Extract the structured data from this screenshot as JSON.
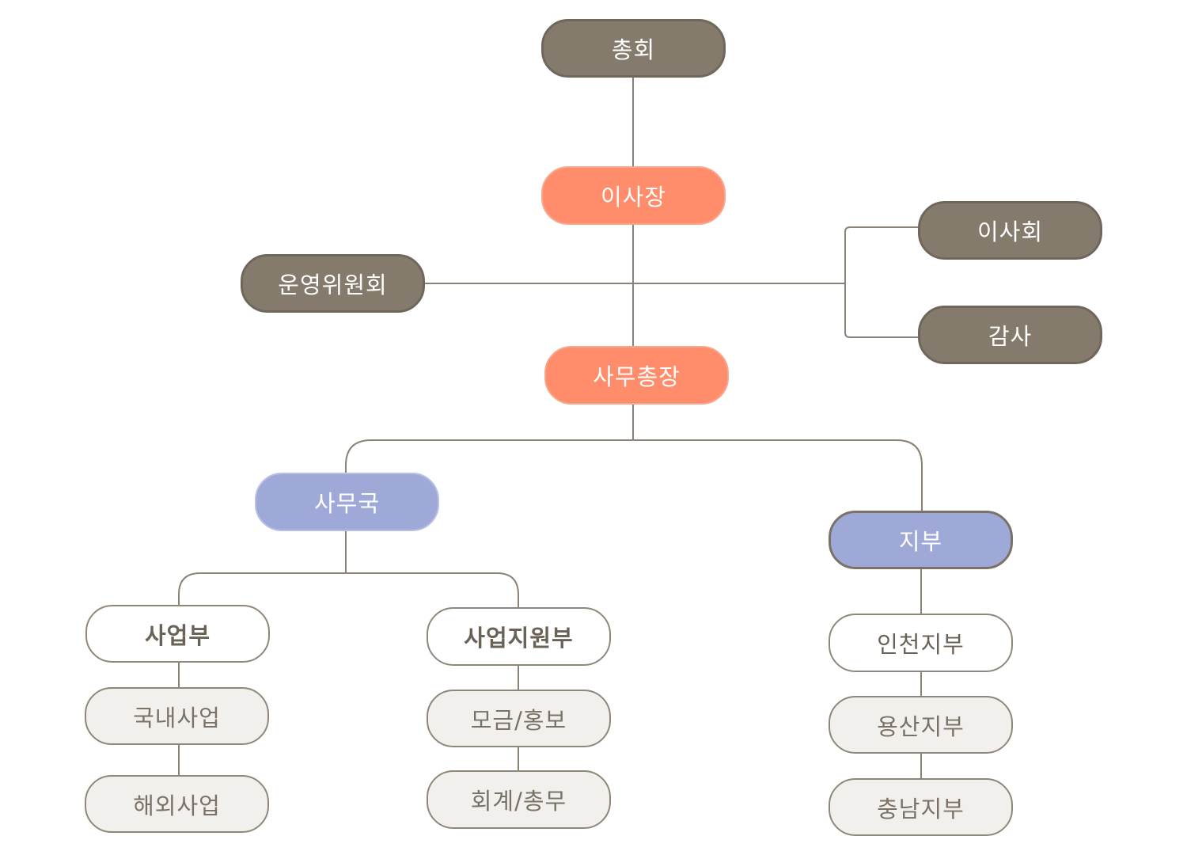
{
  "org": {
    "general_assembly": "총회",
    "chairman": "이사장",
    "operating_committee": "운영위원회",
    "board": "이사회",
    "audit": "감사",
    "secretary_general": "사무총장",
    "secretariat": "사무국",
    "branch": "지부",
    "business_dept": "사업부",
    "business_support_dept": "사업지원부",
    "domestic_business": "국내사업",
    "overseas_business": "해외사업",
    "fundraising_pr": "모금/홍보",
    "accounting_general": "회계/총무",
    "incheon_branch": "인천지부",
    "yongsan_branch": "용산지부",
    "chungnam_branch": "충남지부"
  },
  "colors": {
    "dark_node": "#857b6d",
    "accent_node": "#ff8c6b",
    "purple_node": "#9fa9d8",
    "light_node": "#f2f0ec",
    "connector": "#8a8276"
  }
}
